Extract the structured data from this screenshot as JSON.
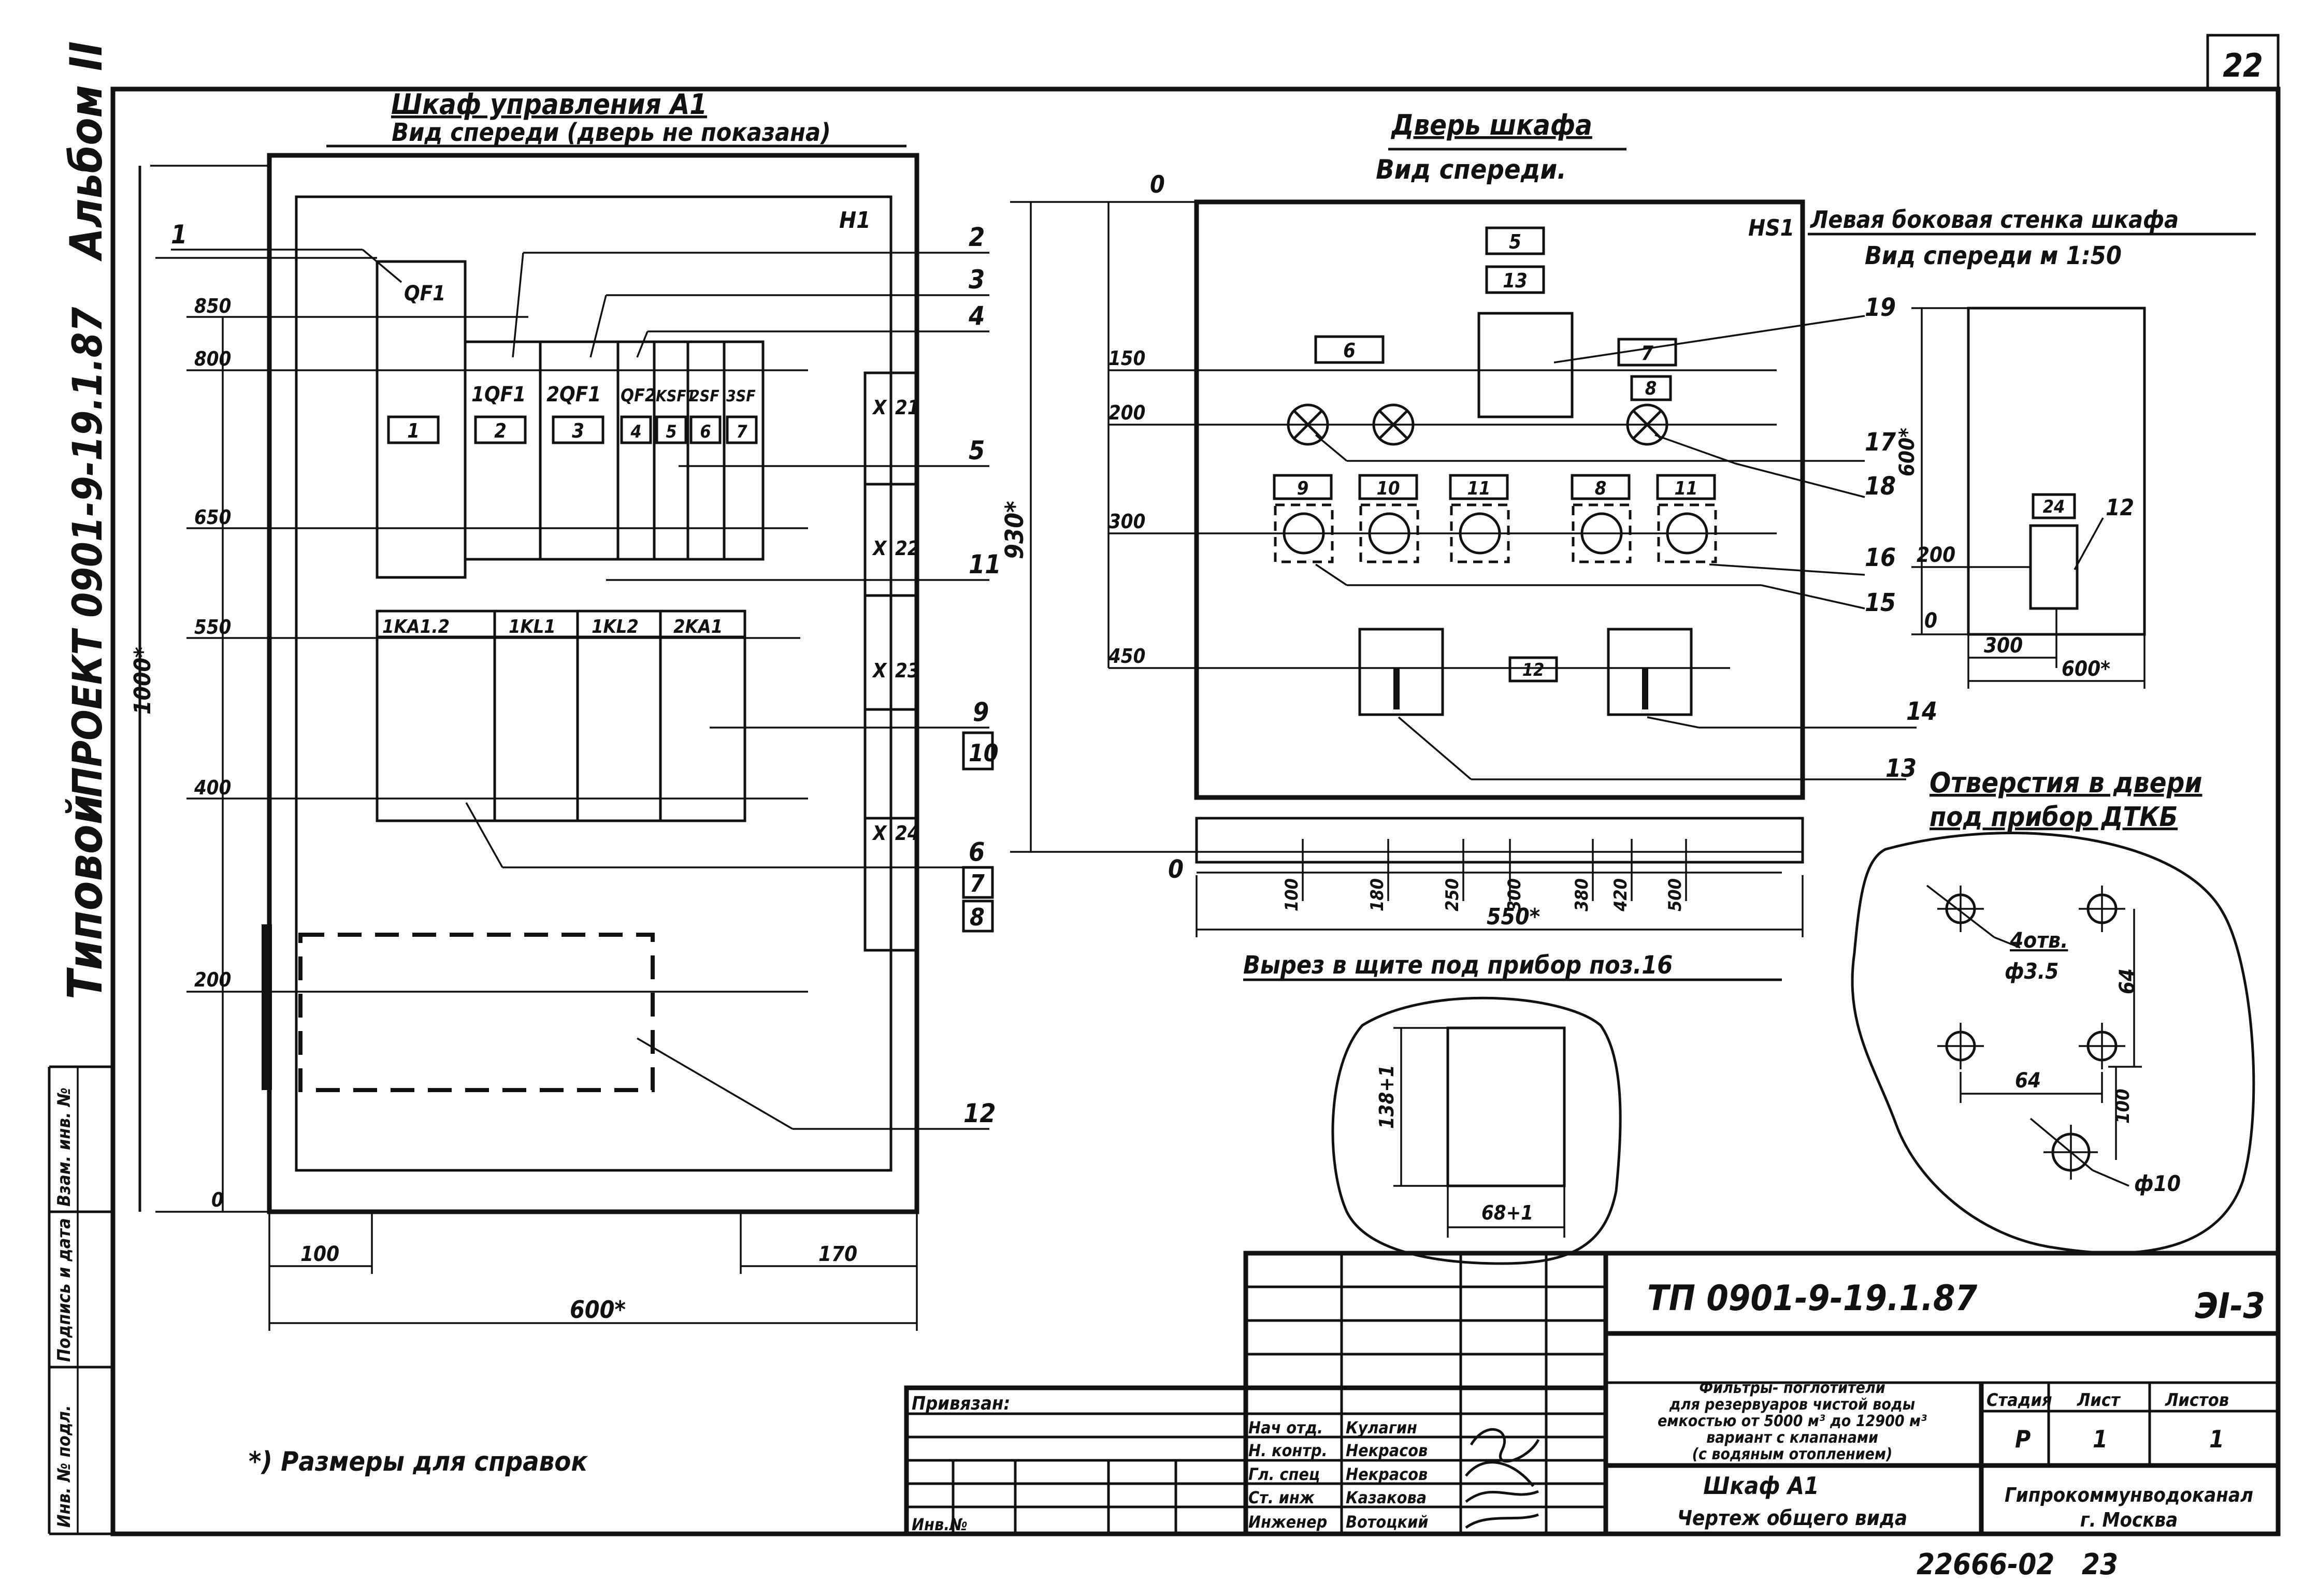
{
  "page_number": "22",
  "side": {
    "album": "Альбом ІІ",
    "project": "ПРОЕКТ 0901-9-19.1.87",
    "typical": "Типовой"
  },
  "stamp_left": {
    "cells": [
      "Инв. № подл.",
      "Подпись и дата",
      "Взам. инв. №"
    ]
  },
  "view1": {
    "title": "Шкаф управления А1",
    "subtitle": "Вид спереди (дверь не показана)",
    "label_h1": "Н1",
    "devices_top": [
      "QF1",
      "1QF1",
      "2QF1",
      "QF2",
      "KSF1",
      "2SF",
      "3SF"
    ],
    "device_nums_top": [
      "1",
      "2",
      "3",
      "4",
      "5",
      "6",
      "7"
    ],
    "devices_mid": [
      "1KA1.2",
      "1KL1",
      "1KL2",
      "2KA1"
    ],
    "terminals": [
      "Х",
      "21",
      "Х",
      "22",
      "Х",
      "23",
      "Х",
      "24"
    ],
    "heights": [
      "850",
      "800",
      "650",
      "550",
      "400",
      "200",
      "0"
    ],
    "dim_total": "1000*",
    "dim_left": "100",
    "dim_right": "170",
    "dim_width": "600*",
    "callouts": [
      "1",
      "2",
      "3",
      "4",
      "5",
      "11",
      "9",
      "10",
      "6",
      "7",
      "8",
      "12"
    ]
  },
  "view2": {
    "title": "Дверь шкафа",
    "subtitle": "Вид спереди.",
    "label_hs1": "HS1",
    "zero_top": "0",
    "zero_bottom": "0",
    "boxes": [
      "5",
      "13",
      "6",
      "7",
      "8",
      "9",
      "10",
      "11",
      "8",
      "11",
      "12"
    ],
    "heights": [
      "150",
      "200",
      "300",
      "450"
    ],
    "dim_total": "930*",
    "bottom_dims": [
      "100",
      "180",
      "250",
      "300",
      "380",
      "420",
      "500"
    ],
    "dim_width": "550*",
    "callouts": [
      "19",
      "17",
      "18",
      "16",
      "15",
      "14",
      "13"
    ],
    "cutout_caption": "Вырез в щите под прибор поз.16"
  },
  "view3": {
    "title": "Левая боковая стенка шкафа",
    "subtitle": "Вид спереди м 1:50",
    "box": "24",
    "callout": "12",
    "dims": [
      "600*",
      "200",
      "0",
      "300",
      "600*"
    ]
  },
  "holes": {
    "title": "Отверстия в двери",
    "subtitle": "под прибор ДТКБ",
    "labels": [
      "4отв.",
      "ф3.5",
      "64",
      "64",
      "100",
      "ф10"
    ]
  },
  "cutout_detail": {
    "dim_h": "138+1",
    "dim_w": "68+1"
  },
  "footnote": "*) Размеры для справок",
  "title_block": {
    "doc_code": "ТП 0901-9-19.1.87",
    "sheet_code": "ЭI-3",
    "tied": "Привязан:",
    "inv": "Инв.№",
    "roles": [
      "Нач отд.",
      "Н. контр.",
      "Гл. спец",
      "Ст. инж",
      "Инженер"
    ],
    "names": [
      "Кулагин",
      "Некрасов",
      "Некрасов",
      "Казакова",
      "Вотоцкий"
    ],
    "description": [
      "Фильтры- поглотители",
      "для резервуаров чистой воды",
      "емкостью от 5000 м³ до 12900 м³",
      "вариант с клапанами",
      "(с водяным отоплением)"
    ],
    "object": "Шкаф А1",
    "drawing": "Чертеж общего вида",
    "stage_h": "Стадия",
    "sheet_h": "Лист",
    "sheets_h": "Листов",
    "stage": "Р",
    "sheet": "1",
    "sheets": "1",
    "org1": "Гипрокоммунводоканал",
    "org2": "г. Москва"
  },
  "bottom_number": "22666-02   23"
}
